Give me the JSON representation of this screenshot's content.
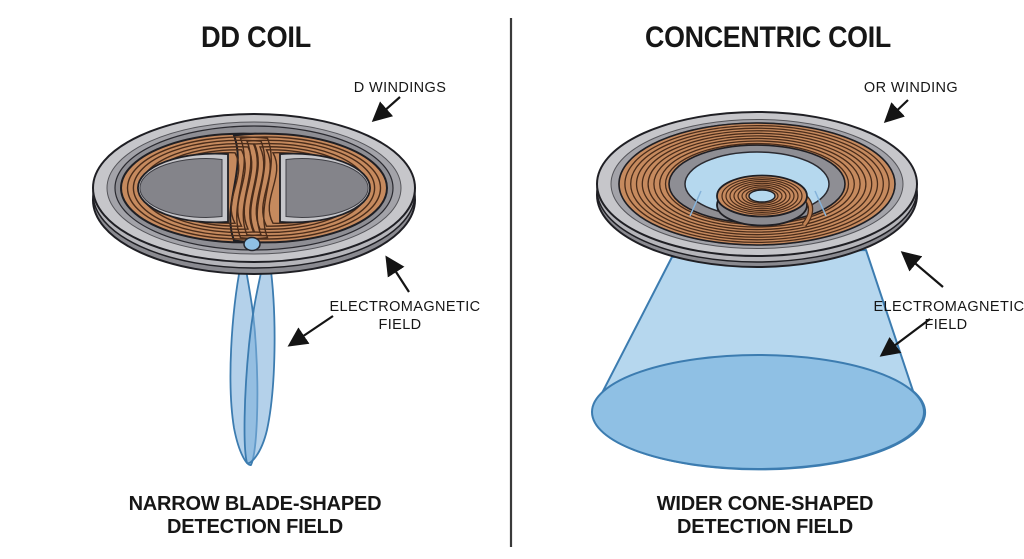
{
  "left_panel": {
    "title": "DD COIL",
    "winding_label": "D WINDINGS",
    "field_label_line1": "ELECTROMAGNETIC",
    "field_label_line2": "FIELD",
    "caption_line1": "NARROW BLADE-SHAPED",
    "caption_line2": "DETECTION FIELD"
  },
  "right_panel": {
    "title": "CONCENTRIC COIL",
    "winding_label": "OR WINDING",
    "field_label_line1": "ELECTROMAGNETIC",
    "field_label_line2": "FIELD",
    "caption_line1": "WIDER CONE-SHAPED",
    "caption_line2": "DETECTION FIELD"
  },
  "colors": {
    "background": "#ffffff",
    "text": "#161616",
    "copper": "#c68a5e",
    "copper_stripe": "#4a2c1a",
    "coil_gray_light": "#c6c6ca",
    "coil_gray_mid": "#8e8e94",
    "coil_gray_side": "#8a8a90",
    "island_gray": "#84848a",
    "field_blue_fill": "#b6d7ee",
    "field_blue_deep": "#8fc0e4",
    "field_blue_outline": "#3c7cb0",
    "outline_dark": "#1f1f24",
    "divider": "#3a3a3a"
  }
}
